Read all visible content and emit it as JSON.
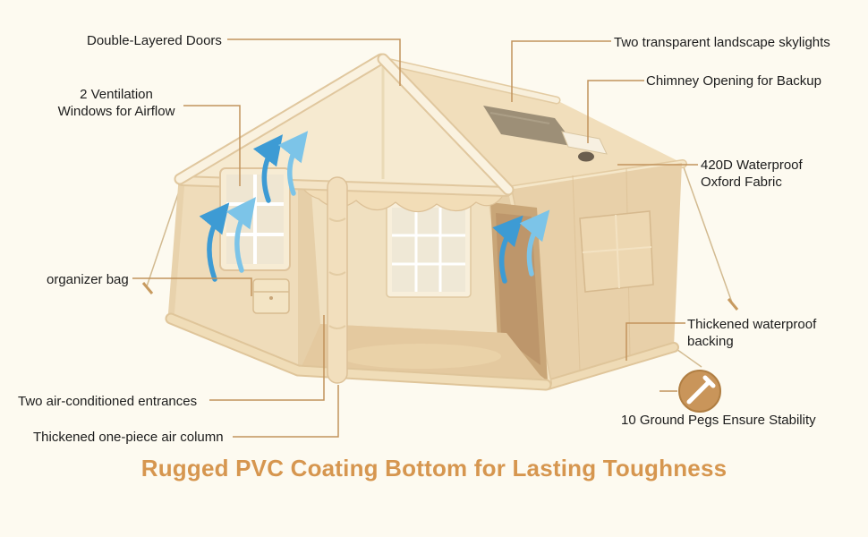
{
  "labels": {
    "doors": "Double-Layered Doors",
    "skylights": "Two transparent landscape skylights",
    "chimney": "Chimney Opening for Backup",
    "ventilation_1": "2 Ventilation",
    "ventilation_2": "Windows for Airflow",
    "fabric_1": "420D Waterproof",
    "fabric_2": "Oxford Fabric",
    "organizer": "organizer bag",
    "backing_1": "Thickened waterproof",
    "backing_2": "backing",
    "entrances": "Two air-conditioned entrances",
    "air_column": "Thickened one-piece air column",
    "pegs": "10 Ground Pegs Ensure Stability",
    "headline": "Rugged PVC Coating Bottom for Lasting Toughness"
  },
  "icons": {
    "ground_peg": "tent-peg-in-circle",
    "airflow": "curved-blue-up-arrows"
  },
  "colors": {
    "background": "#fdfaf0",
    "headline_accent": "#d6964f",
    "leader_line": "#c2935c",
    "label_text": "#1c1c1c",
    "airflow_blue": "#3d9bd4",
    "tent_cream": "#f1dfbe",
    "peg_bronze": "#c9955a"
  }
}
